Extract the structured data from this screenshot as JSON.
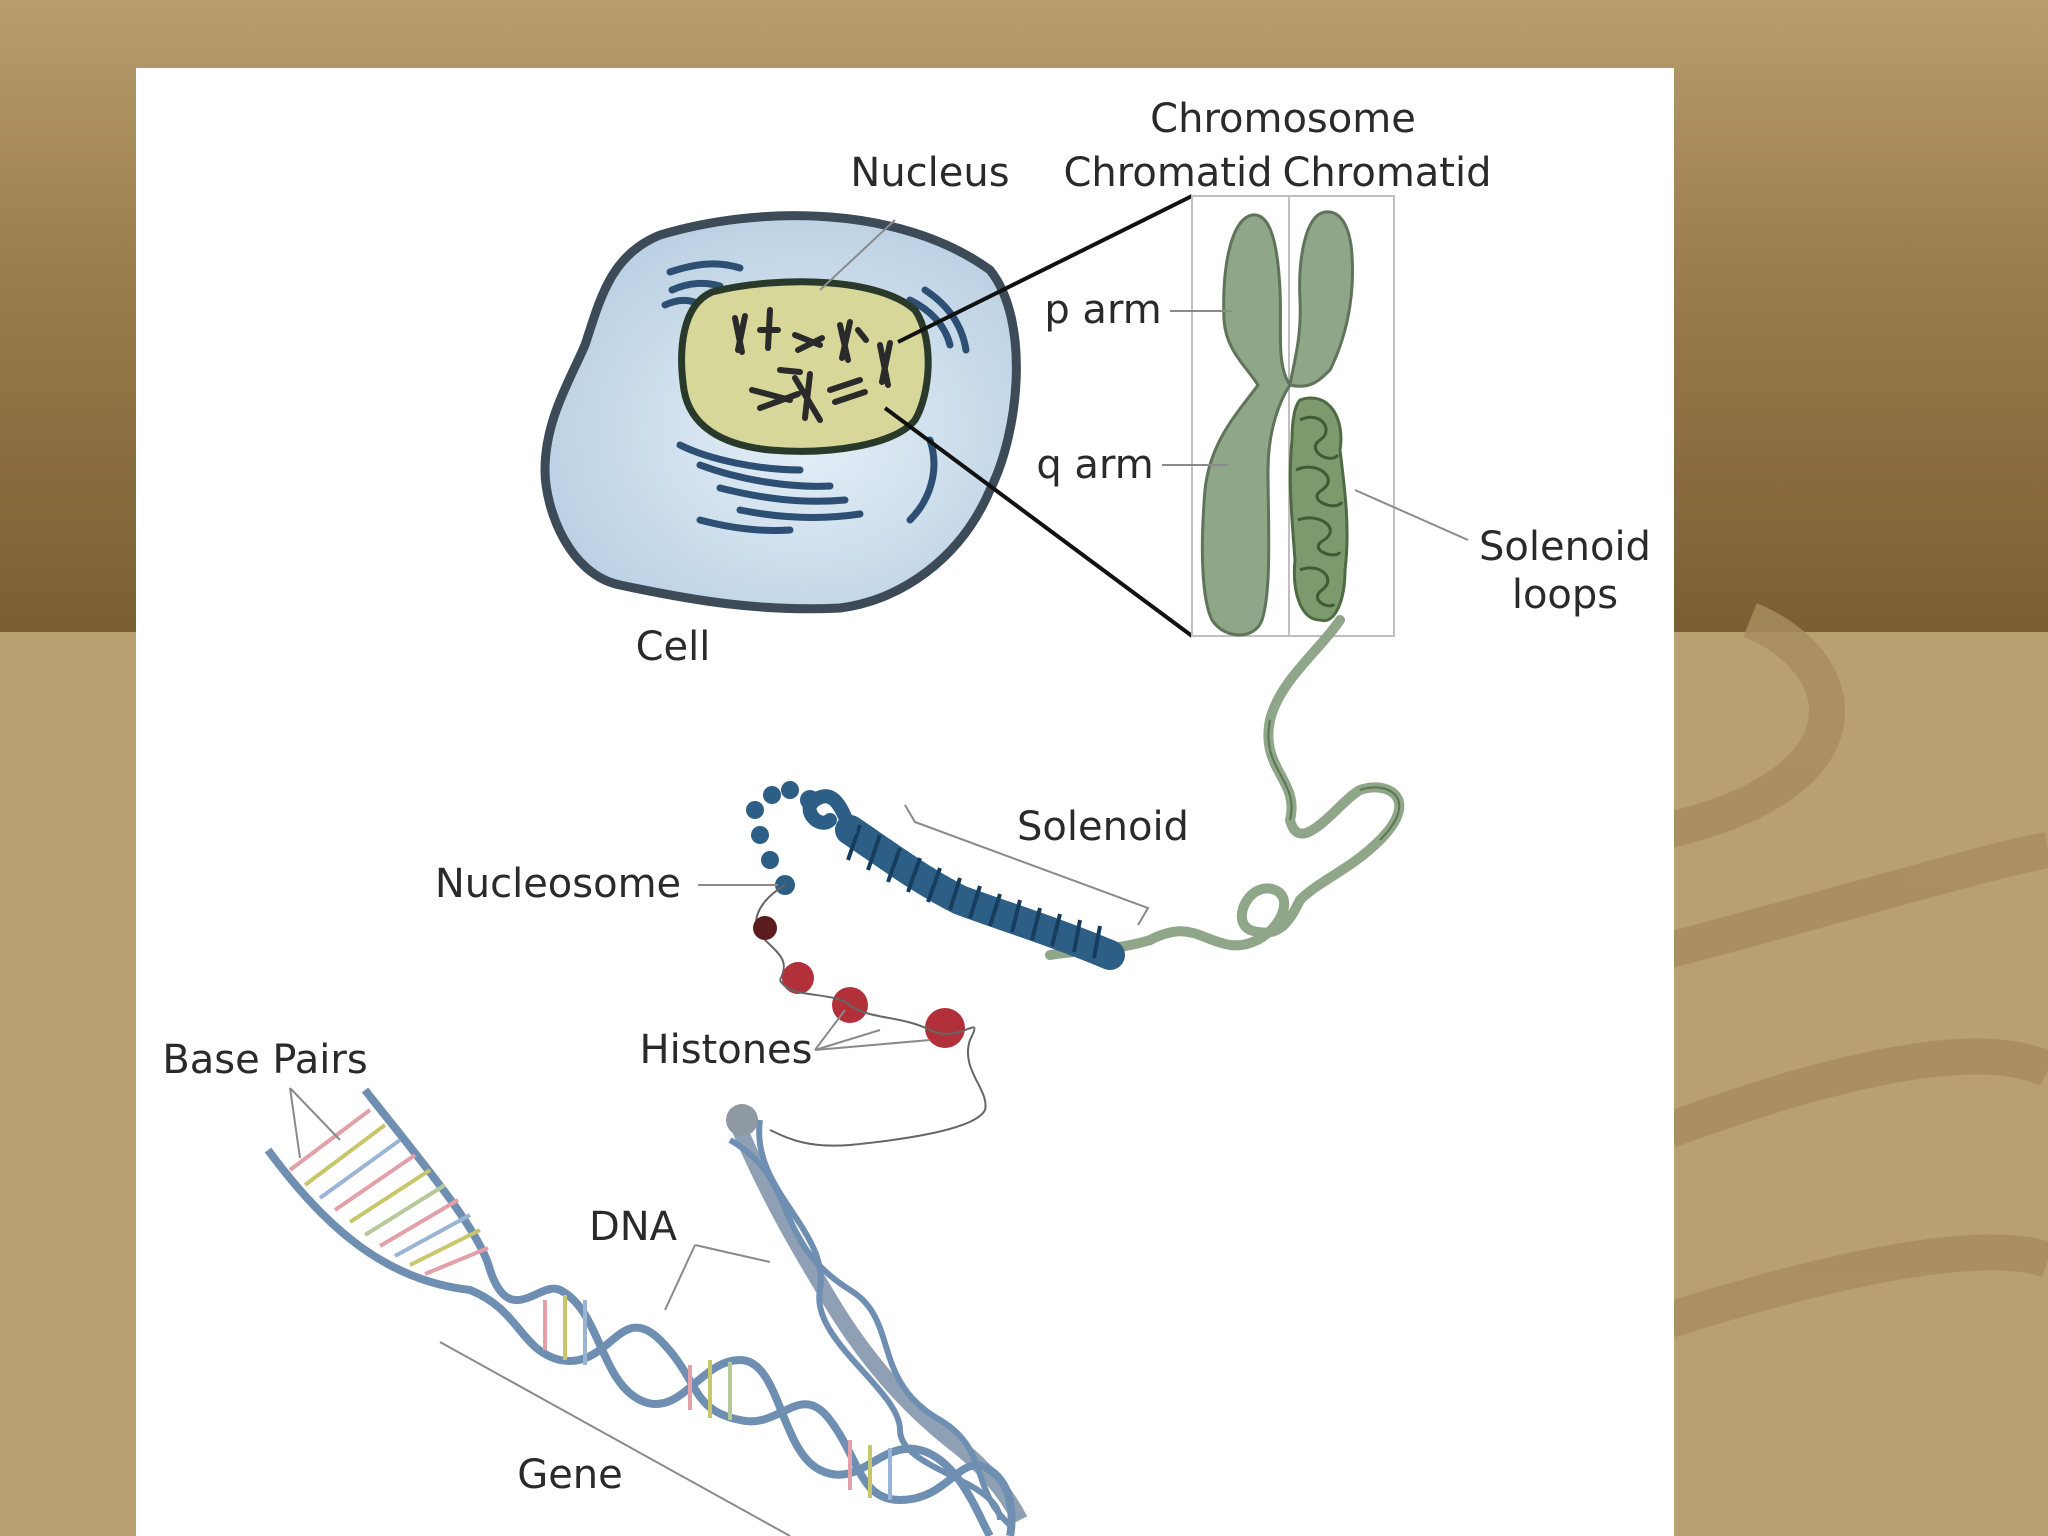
{
  "labels": {
    "chromosome": "Chromosome",
    "nucleus": "Nucleus",
    "chromatid_left": "Chromatid",
    "chromatid_right": "Chromatid",
    "p_arm": "p arm",
    "q_arm": "q arm",
    "solenoid_loops_line1": "Solenoid",
    "solenoid_loops_line2": "loops",
    "cell": "Cell",
    "solenoid": "Solenoid",
    "nucleosome": "Nucleosome",
    "histones": "Histones",
    "base_pairs": "Base Pairs",
    "dna": "DNA",
    "gene": "Gene"
  },
  "colors": {
    "cell_fill": "#c7dbeb",
    "cell_outline": "#3d4b58",
    "nucleus_fill": "#d8d79a",
    "chromosome_green": "#8fa688",
    "solenoid_blue": "#2d5f86",
    "histone_red": "#b2303a",
    "dna_blue": "#6f8fb2"
  }
}
